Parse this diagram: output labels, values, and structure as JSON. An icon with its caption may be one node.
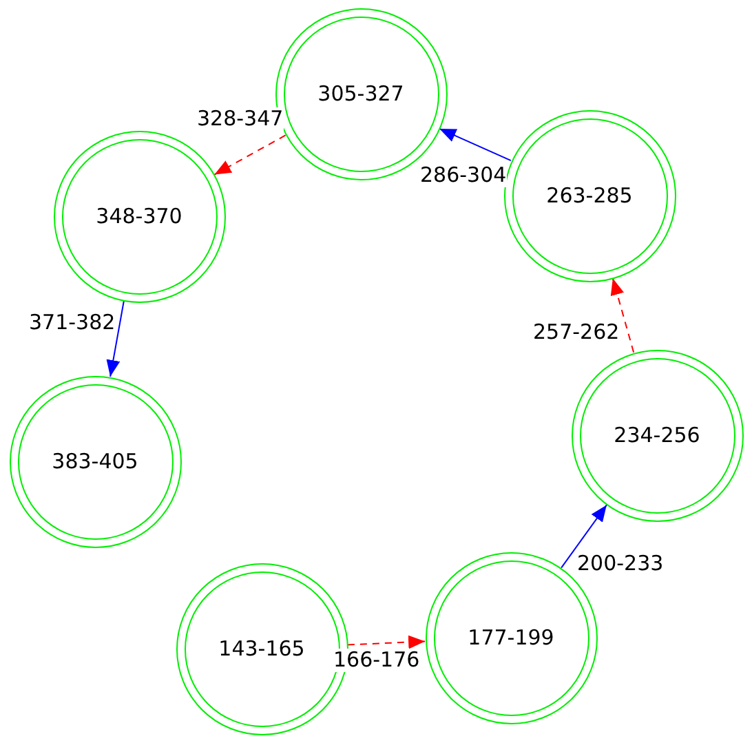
{
  "diagram": {
    "nodes": [
      {
        "text": [
          "305-327"
        ]
      },
      {
        "text": [
          "263-285"
        ]
      },
      {
        "text": [
          "348-370"
        ]
      },
      {
        "text": [
          "234-256"
        ]
      },
      {
        "text": [
          "383-405"
        ]
      },
      {
        "text": [
          "143-165"
        ]
      },
      {
        "text": [
          "177-199"
        ]
      }
    ],
    "edges": [
      {
        "from": 5,
        "to": 6,
        "arrow": "to",
        "label": "166-176",
        "style": "dashed",
        "color": "#ff0000"
      },
      {
        "from": 6,
        "to": 3,
        "arrow": "to",
        "label": "200-233",
        "color": "#0000ff"
      },
      {
        "from": 3,
        "to": 1,
        "arrow": "to",
        "label": "257-262",
        "style": "dashed",
        "color": "#ff0000"
      },
      {
        "from": 1,
        "to": 0,
        "arrow": "to",
        "label": "286-304",
        "color": "#0000ff"
      },
      {
        "from": 0,
        "to": 2,
        "arrow": "to",
        "label": "328-347",
        "style": "dashed",
        "color": "#ff0000"
      },
      {
        "from": 2,
        "to": 4,
        "arrow": "to",
        "label": "371-382",
        "color": "#0000ff"
      }
    ]
  }
}
